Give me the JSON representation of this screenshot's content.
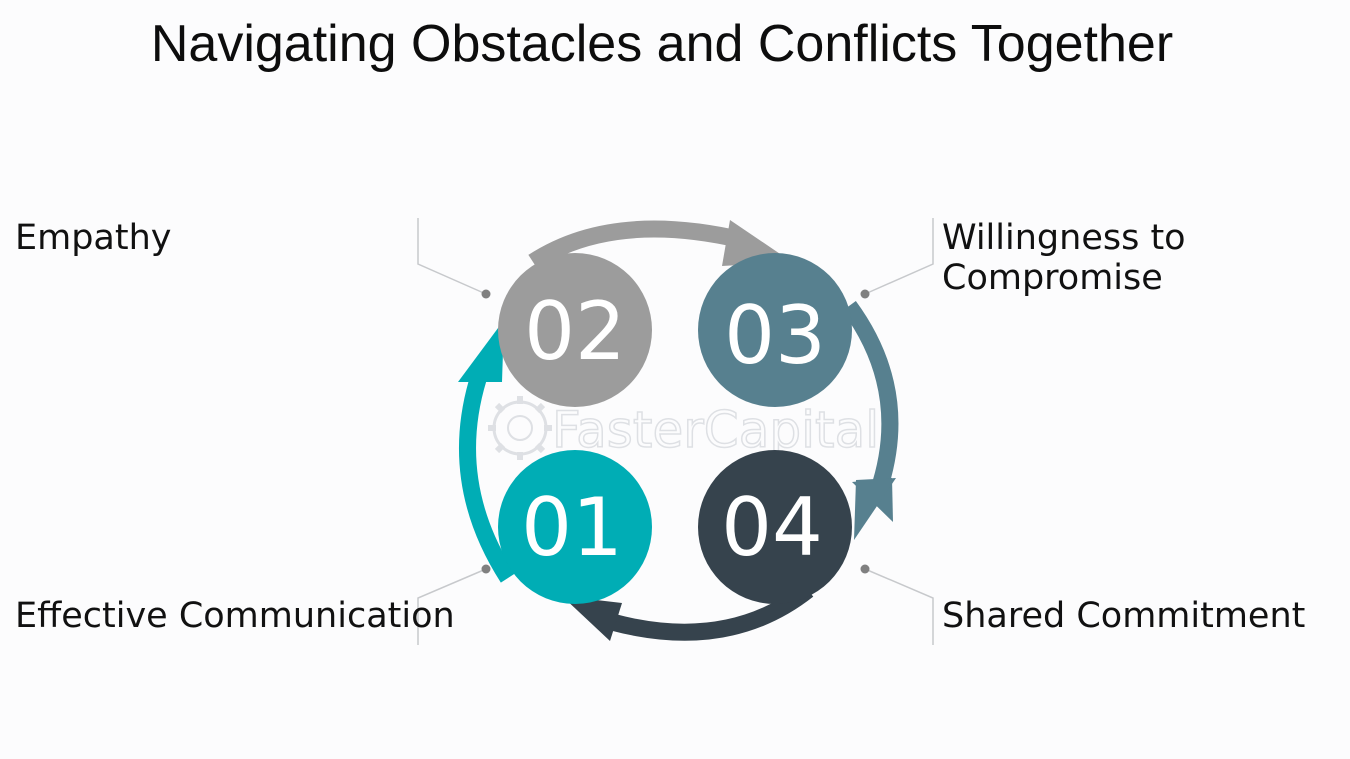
{
  "title": "Navigating Obstacles and Conflicts Together",
  "watermark": "FasterCapital",
  "colors": {
    "step_01": "#00adb5",
    "step_02": "#9c9c9c",
    "step_03": "#57808f",
    "step_04": "#36434d",
    "text": "#111111",
    "connector": "#c7c9cc",
    "connector_dot": "#808080"
  },
  "steps": [
    {
      "number": "01",
      "label_lines": [
        "Effective Communication"
      ]
    },
    {
      "number": "02",
      "label_lines": [
        "Empathy"
      ]
    },
    {
      "number": "03",
      "label_lines": [
        "Willingness to",
        "Compromise"
      ]
    },
    {
      "number": "04",
      "label_lines": [
        "Shared Commitment"
      ]
    }
  ]
}
